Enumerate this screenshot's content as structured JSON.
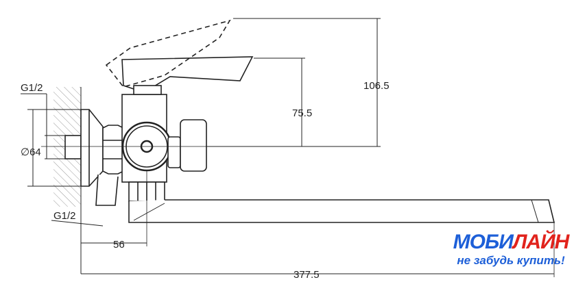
{
  "dimensions": {
    "height_total": "106.5",
    "height_body": "75.5",
    "diameter": "∅64",
    "thread_top": "G1/2",
    "thread_bottom": "G1/2",
    "offset": "56",
    "spout_length": "377.5"
  },
  "logo": {
    "brand_part1": "МОБИ",
    "brand_part2": "ЛАЙН",
    "tagline": "не забудь купить!",
    "colors": {
      "blue": "#1d5fd8",
      "red": "#e1231c"
    }
  }
}
